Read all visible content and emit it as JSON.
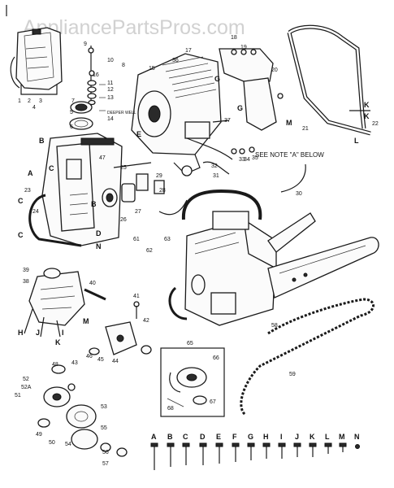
{
  "watermark": "AppliancePartsPros.com",
  "note": "SEE NOTE \"A\" BELOW",
  "deeper_well": "DEEPER WELL",
  "fastener_letters": [
    "A",
    "B",
    "C",
    "D",
    "E",
    "F",
    "G",
    "H",
    "I",
    "J",
    "K",
    "L",
    "M",
    "N"
  ],
  "callouts": [
    {
      "id": "c1",
      "text": "1"
    },
    {
      "id": "c2",
      "text": "2"
    },
    {
      "id": "c3",
      "text": "3"
    },
    {
      "id": "c4",
      "text": "4"
    },
    {
      "id": "c5",
      "text": "5"
    },
    {
      "id": "c6",
      "text": "6"
    },
    {
      "id": "c7",
      "text": "7"
    },
    {
      "id": "c8",
      "text": "8"
    },
    {
      "id": "c9",
      "text": "9"
    },
    {
      "id": "c10",
      "text": "10"
    },
    {
      "id": "c11",
      "text": "11"
    },
    {
      "id": "c12",
      "text": "12"
    },
    {
      "id": "c13",
      "text": "13"
    },
    {
      "id": "c14",
      "text": "14"
    },
    {
      "id": "c15",
      "text": "15"
    },
    {
      "id": "c16",
      "text": "16"
    },
    {
      "id": "c17",
      "text": "17"
    },
    {
      "id": "c18",
      "text": "18"
    },
    {
      "id": "c19",
      "text": "19"
    },
    {
      "id": "c20",
      "text": "20"
    },
    {
      "id": "c21",
      "text": "21"
    },
    {
      "id": "c22",
      "text": "22"
    },
    {
      "id": "c23",
      "text": "23"
    },
    {
      "id": "c24",
      "text": "24"
    },
    {
      "id": "c25",
      "text": "25"
    },
    {
      "id": "c26",
      "text": "26"
    },
    {
      "id": "c27",
      "text": "27"
    },
    {
      "id": "c28",
      "text": "28"
    },
    {
      "id": "c29",
      "text": "29"
    },
    {
      "id": "c30",
      "text": "30"
    },
    {
      "id": "c31",
      "text": "31"
    },
    {
      "id": "c32",
      "text": "32"
    },
    {
      "id": "c33",
      "text": "33"
    },
    {
      "id": "c34",
      "text": "34"
    },
    {
      "id": "c35",
      "text": "35"
    },
    {
      "id": "c36",
      "text": "36"
    },
    {
      "id": "c37",
      "text": "37"
    },
    {
      "id": "c38",
      "text": "38"
    },
    {
      "id": "c39",
      "text": "39"
    },
    {
      "id": "c40",
      "text": "40"
    },
    {
      "id": "c41",
      "text": "41"
    },
    {
      "id": "c42",
      "text": "42"
    },
    {
      "id": "c43",
      "text": "43"
    },
    {
      "id": "c44",
      "text": "44"
    },
    {
      "id": "c45",
      "text": "45"
    },
    {
      "id": "c46",
      "text": "46"
    },
    {
      "id": "c47",
      "text": "47"
    },
    {
      "id": "c48",
      "text": "48"
    },
    {
      "id": "c49",
      "text": "49"
    },
    {
      "id": "c50",
      "text": "50"
    },
    {
      "id": "c51",
      "text": "51"
    },
    {
      "id": "c52",
      "text": "52"
    },
    {
      "id": "c52a",
      "text": "52A"
    },
    {
      "id": "c53",
      "text": "53"
    },
    {
      "id": "c54",
      "text": "54"
    },
    {
      "id": "c55",
      "text": "55"
    },
    {
      "id": "c56",
      "text": "56"
    },
    {
      "id": "c57",
      "text": "57"
    },
    {
      "id": "c58",
      "text": "58"
    },
    {
      "id": "c59",
      "text": "59"
    },
    {
      "id": "c61",
      "text": "61"
    },
    {
      "id": "c62",
      "text": "62"
    },
    {
      "id": "c63",
      "text": "63"
    },
    {
      "id": "c65",
      "text": "65"
    },
    {
      "id": "c66",
      "text": "66"
    },
    {
      "id": "c67",
      "text": "67"
    },
    {
      "id": "c68",
      "text": "68"
    }
  ],
  "letter_marks": [
    {
      "id": "lA",
      "text": "A"
    },
    {
      "id": "lB",
      "text": "B"
    },
    {
      "id": "lC",
      "text": "C"
    },
    {
      "id": "lC2",
      "text": "C"
    },
    {
      "id": "lC3",
      "text": "C"
    },
    {
      "id": "lD",
      "text": "D"
    },
    {
      "id": "lE",
      "text": "E"
    },
    {
      "id": "lG",
      "text": "G"
    },
    {
      "id": "lG2",
      "text": "G"
    },
    {
      "id": "lH",
      "text": "H"
    },
    {
      "id": "lK",
      "text": "K"
    },
    {
      "id": "lK2",
      "text": "K"
    },
    {
      "id": "lK3",
      "text": "K"
    },
    {
      "id": "lL",
      "text": "L"
    },
    {
      "id": "lM",
      "text": "M"
    },
    {
      "id": "lM2",
      "text": "M"
    },
    {
      "id": "lN",
      "text": "N"
    },
    {
      "id": "lB2",
      "text": "B"
    },
    {
      "id": "lI",
      "text": "I"
    },
    {
      "id": "lJ",
      "text": "J"
    }
  ]
}
